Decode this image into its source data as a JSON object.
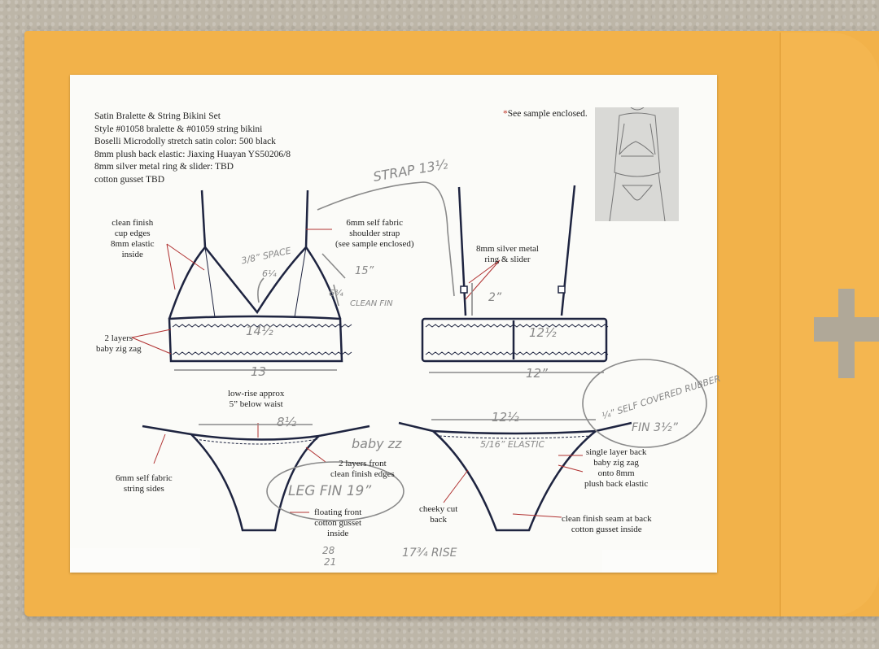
{
  "spec_lines": [
    "Satin Bralette & String Bikini Set",
    "Style #01058 bralette & #01059 string bikini",
    "Boselli Microdolly stretch satin color: 500 black",
    "8mm plush back elastic: Jiaxing Huayan YS50206/8",
    "8mm silver metal ring & slider: TBD",
    "cotton gusset TBD"
  ],
  "sample_note": {
    "mark": "*",
    "text": "See sample enclosed."
  },
  "labels": {
    "cup_edges": [
      "clean finish",
      "cup edges",
      "8mm elastic",
      "inside"
    ],
    "strap": [
      "6mm self fabric",
      "shoulder strap",
      "(see sample enclosed)"
    ],
    "ring_slider": [
      "8mm silver metal",
      "ring & slider"
    ],
    "zigzag": [
      "2 layers",
      "baby zig zag"
    ],
    "low_rise": [
      "low-rise approx",
      "5” below waist"
    ],
    "string_sides": [
      "6mm self fabric",
      "string sides"
    ],
    "front_layers": [
      "2 layers front",
      "clean finish edges"
    ],
    "gusset_front": [
      "floating front",
      "cotton gusset",
      "inside"
    ],
    "cheeky": [
      "cheeky cut",
      "back"
    ],
    "back_single": [
      "single layer back",
      "baby zig zag",
      "onto 8mm",
      "plush back elastic"
    ],
    "seam_back": [
      "clean finish seam at back",
      "cotton gusset inside"
    ]
  },
  "handwritten": {
    "strap": "STRAP 13½",
    "space": "3/8” SPACE",
    "strap_len_a": "6¼",
    "strap_len_b": "15”",
    "strap_len_c": "6¾",
    "clean_finish": "CLEAN FIN",
    "bra_front_band": "14½",
    "bra_front_width": "13",
    "ring_drop": "2”",
    "bra_back_band": "12½",
    "bra_back_width": "12”",
    "bikini_front_width": "8½",
    "bikini_back_width": "12½",
    "baby_zz": "baby zz",
    "leg_fin": "LEG FIN 19”",
    "elastic": "5/16” ELASTIC",
    "self_covered": "¼” SELF COVERED RUBBER",
    "fin": "FIN 3½”",
    "rise": "17¾ RISE",
    "num_a": "28",
    "num_b": "21"
  }
}
